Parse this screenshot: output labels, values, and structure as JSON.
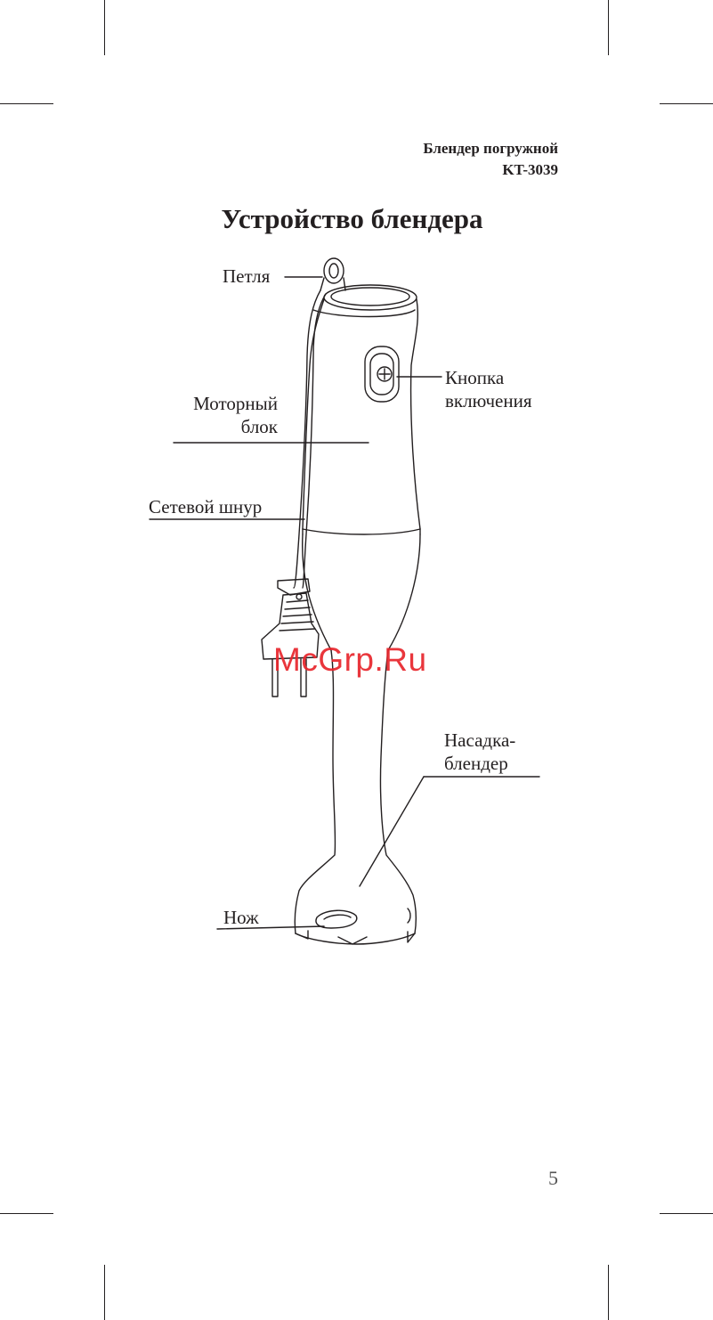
{
  "header": {
    "line1": "Блендер погружной",
    "line2": "KT-3039"
  },
  "title": "Устройство блендера",
  "labels": {
    "loop": "Петля",
    "button_line1": "Кнопка",
    "button_line2": "включения",
    "motor_line1": "Моторный",
    "motor_line2": "блок",
    "cord": "Сетевой шнур",
    "attachment_line1": "Насадка-",
    "attachment_line2": "блендер",
    "knife": "Нож"
  },
  "watermark": "McGrp.Ru",
  "page_number": "5"
}
